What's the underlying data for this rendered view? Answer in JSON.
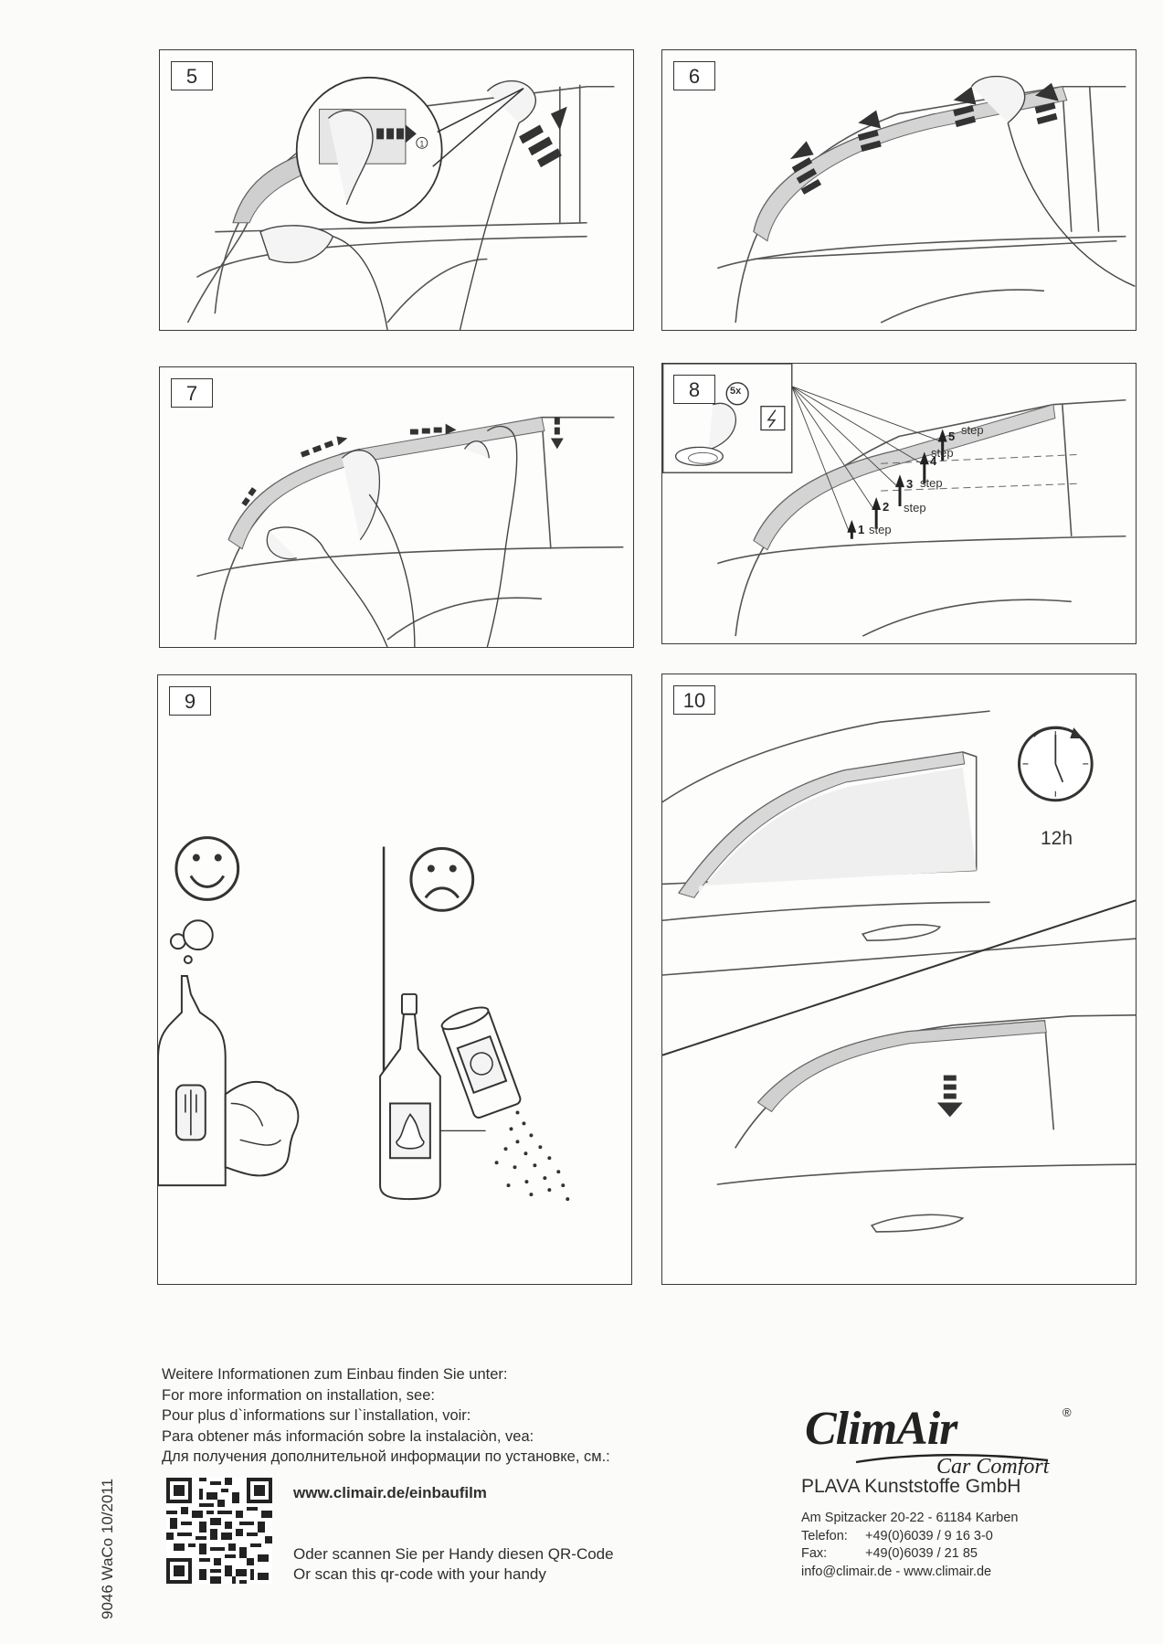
{
  "panels": {
    "p5": {
      "number": "5"
    },
    "p6": {
      "number": "6"
    },
    "p7": {
      "number": "7"
    },
    "p8": {
      "number": "8",
      "press_count": "5x",
      "steps": [
        {
          "n": "1",
          "label": "step"
        },
        {
          "n": "2",
          "label": "step"
        },
        {
          "n": "3",
          "label": "step"
        },
        {
          "n": "4",
          "label": "step"
        },
        {
          "n": "5",
          "label": "step"
        }
      ]
    },
    "p9": {
      "number": "9"
    },
    "p10": {
      "number": "10",
      "wait_time": "12h"
    }
  },
  "footer": {
    "info_lines": [
      "Weitere Informationen zum Einbau finden Sie unter:",
      "For more information on installation, see:",
      "Pour plus d`informations sur l`installation, voir:",
      "Para obtener más información sobre la instalaciòn, vea:",
      "Для получения дополнительной информации по установке, см.:"
    ],
    "url": "www.climair.de/einbaufilm",
    "scan_lines": [
      "Oder scannen Sie per Handy diesen QR-Code",
      "Or scan this qr-code with your handy"
    ],
    "doc_code": "9046 WaCo  10/2011",
    "brand": {
      "name": "ClimAir",
      "tagline": "Car Comfort",
      "registered": "®"
    },
    "company": "PLAVA Kunststoffe GmbH",
    "address": "Am Spitzacker 20-22 - 61184 Karben",
    "phone_label": "Telefon:",
    "phone": "+49(0)6039 / 9 16 3-0",
    "fax_label": "Fax:",
    "fax": "+49(0)6039 / 21 85",
    "web": "info@climair.de - www.climair.de"
  }
}
